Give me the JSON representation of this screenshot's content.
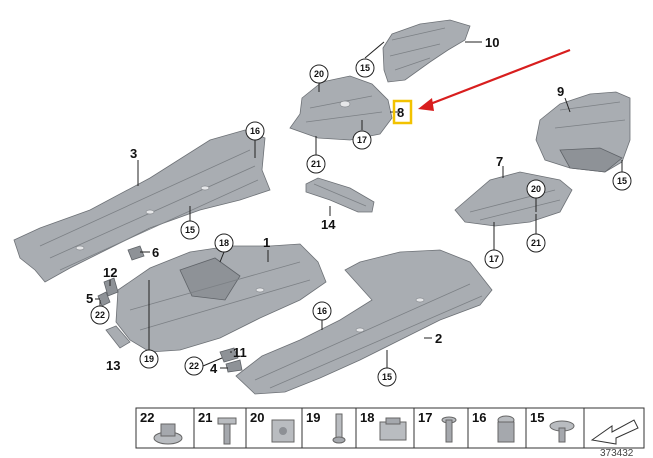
{
  "callouts": {
    "c1": "1",
    "c2": "2",
    "c3": "3",
    "c4": "4",
    "c5": "5",
    "c6": "6",
    "c7": "7",
    "c8": "8",
    "c9": "9",
    "c10": "10",
    "c11": "11",
    "c12": "12",
    "c13": "13",
    "c14": "14"
  },
  "circled": {
    "d15a": "15",
    "d15b": "15",
    "d15c": "15",
    "d15d": "15",
    "d16a": "16",
    "d16b": "16",
    "d17a": "17",
    "d17b": "17",
    "d18": "18",
    "d19": "19",
    "d20a": "20",
    "d20b": "20",
    "d21a": "21",
    "d21b": "21",
    "d22a": "22",
    "d22b": "22"
  },
  "legend": [
    "22",
    "21",
    "20",
    "19",
    "18",
    "17",
    "16",
    "15"
  ],
  "highlight_color": "#f2c200",
  "arrow_color": "#d81e1e",
  "reference_number": "373432"
}
